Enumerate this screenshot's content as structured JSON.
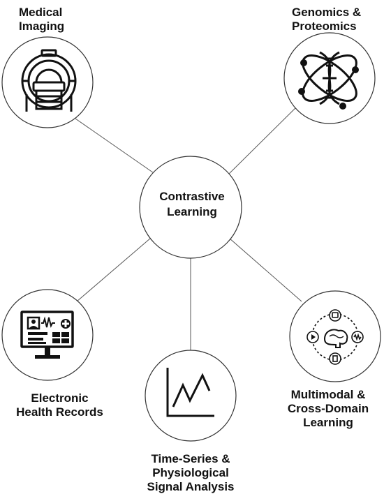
{
  "center": {
    "line1": "Contrastive",
    "line2": "Learning"
  },
  "nodes": {
    "medical_imaging": {
      "line1": "Medical",
      "line2": "Imaging",
      "icon": "mri-scanner-icon"
    },
    "genomics": {
      "line1": "Genomics &",
      "line2": "Proteomics",
      "icon": "dna-helix-icon"
    },
    "ehr": {
      "line1": "Electronic",
      "line2": "Health Records",
      "icon": "ehr-monitor-icon"
    },
    "time_series": {
      "line1": "Time-Series &",
      "line2": "Physiological",
      "line3": "Signal Analysis",
      "icon": "line-chart-icon"
    },
    "multimodal": {
      "line1": "Multimodal &",
      "line2": "Cross-Domain",
      "line3": "Learning",
      "icon": "brain-network-icon"
    }
  },
  "colors": {
    "stroke": "#222222",
    "background": "#ffffff",
    "text": "#111111"
  }
}
